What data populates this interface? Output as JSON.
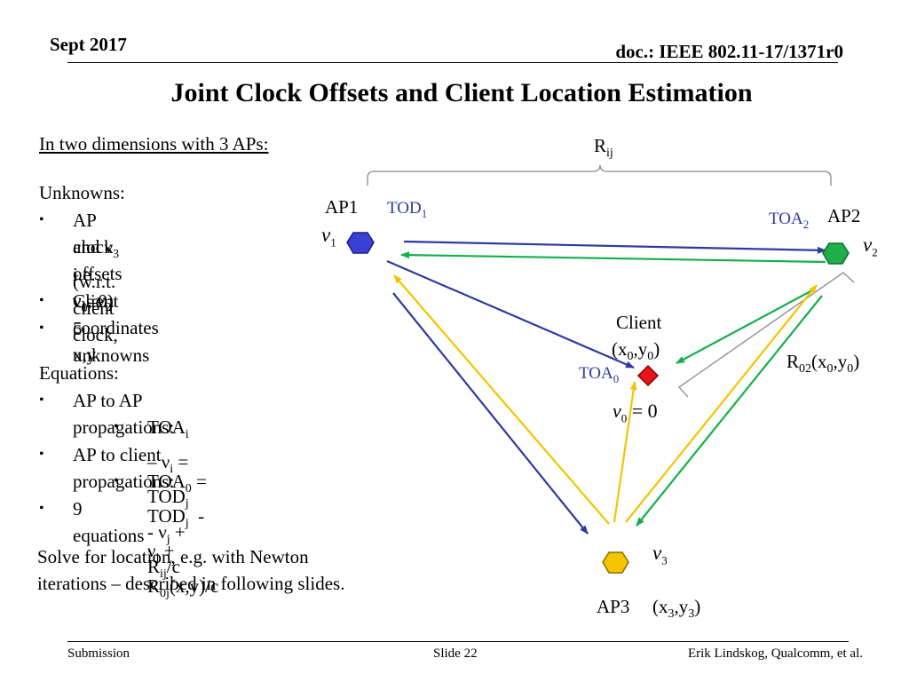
{
  "header": {
    "date": "Sept 2017",
    "doc": "doc.: IEEE 802.11-17/1371r0"
  },
  "title": "Joint Clock Offsets and Client Location Estimation",
  "intro": "In two dimensions with 3 APs:",
  "unknowns": {
    "heading": "Unknowns:",
    "items": [
      {
        "pre": "AP clock offsets ",
        "html": "ν<sub>1</sub>, ν<sub>2</sub>"
      },
      {
        "line": "and ν3 (w.r.t. client clock,"
      },
      {
        "line": "i.e. ν0=0)"
      },
      {
        "text": "Client coordinates x,y"
      },
      {
        "text": "5 unknowns"
      }
    ]
  },
  "equations": {
    "heading": "Equations:",
    "ap_to_ap": "AP to AP propagations:",
    "ap_to_ap_eq": "TOAi – νi = TODj - νj + Rij/c",
    "ap_to_client": "AP to client propagations:",
    "ap_to_client_eq": "TOA0 = TODj - νj + R0j(x,y)/c",
    "count": "9 equations"
  },
  "solve": [
    "Solve for location, e.g. with Newton",
    "iterations – described in following slides."
  ],
  "diagram": {
    "rij": "Rij",
    "ap1": "AP1",
    "ap2": "AP2",
    "ap3": "AP3",
    "ap3_coords": "(x3,y3)",
    "tod1": "TOD1",
    "toa2": "TOA2",
    "toa0": "TOA0",
    "client": "Client",
    "client_coords": "(x0,y0)",
    "nu1": "ν1",
    "nu2": "ν2",
    "nu3": "ν3",
    "nu0": "ν0 = 0",
    "r02": "R02(x0,y0)",
    "colors": {
      "ap1": "#3a3fd6",
      "ap2": "#1fae4a",
      "ap3": "#f5c400",
      "client": "#e8131b",
      "blue_arrow": "#2e3a9f",
      "green_arrow": "#13b04a",
      "yellow_arrow": "#f5c400"
    }
  },
  "footer": {
    "left": "Submission",
    "center": "Slide 22",
    "right": "Erik Lindskog, Qualcomm, et al."
  }
}
